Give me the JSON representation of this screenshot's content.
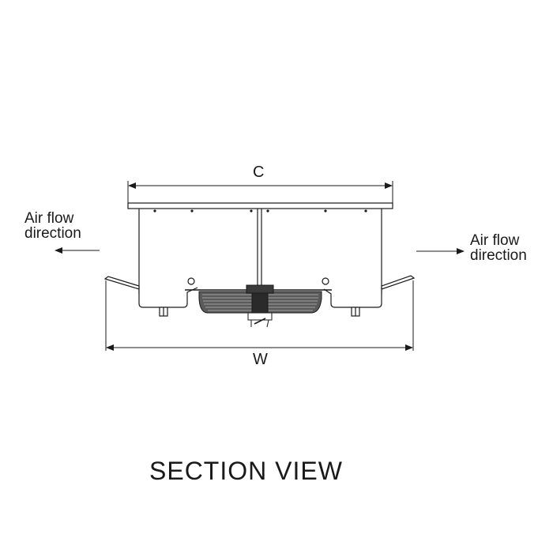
{
  "dimensions": {
    "top_label": "C",
    "bottom_label": "W"
  },
  "airflow": {
    "left": {
      "line1": "Air flow",
      "line2": "direction",
      "arrow": "arrow-left"
    },
    "right": {
      "line1": "Air flow",
      "line2": "direction",
      "arrow": "arrow-right"
    }
  },
  "title": "SECTION VIEW",
  "colors": {
    "line": "#1a1a1a",
    "fan_fill": "#555555",
    "panel_fill": "#ffffff"
  }
}
